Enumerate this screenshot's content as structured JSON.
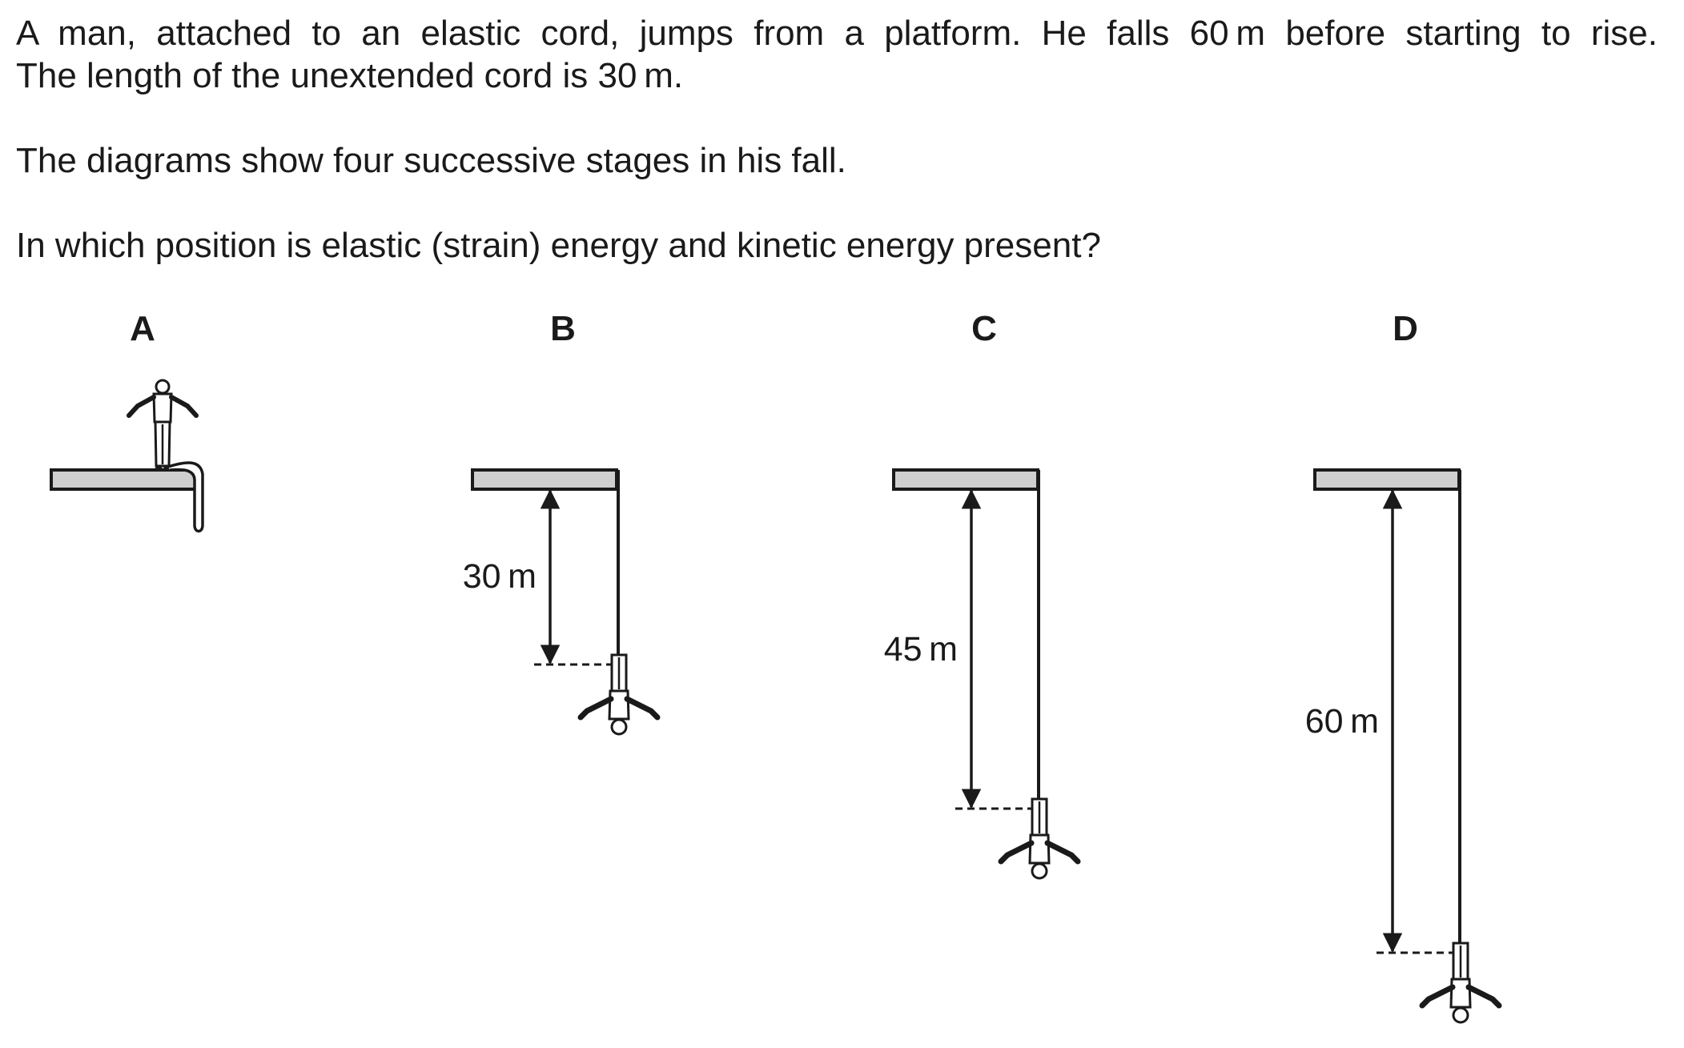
{
  "question": {
    "line1": "A man, attached to an elastic cord, jumps from a platform. He falls 60 m before starting to rise.",
    "line2": "The length of the unextended cord is 30 m.",
    "para2": "The diagrams show four successive stages in his fall.",
    "para3": "In which position is elastic (strain) energy and kinetic energy present?"
  },
  "options": [
    {
      "letter": "A",
      "distance_label": ""
    },
    {
      "letter": "B",
      "distance_label": "30 m"
    },
    {
      "letter": "C",
      "distance_label": "45 m"
    },
    {
      "letter": "D",
      "distance_label": "60 m"
    }
  ],
  "colors": {
    "platform_fill": "#cfcfcf",
    "ink": "#1a1a1a"
  },
  "icons": [
    "standing-man-icon",
    "inverted-man-icon"
  ]
}
